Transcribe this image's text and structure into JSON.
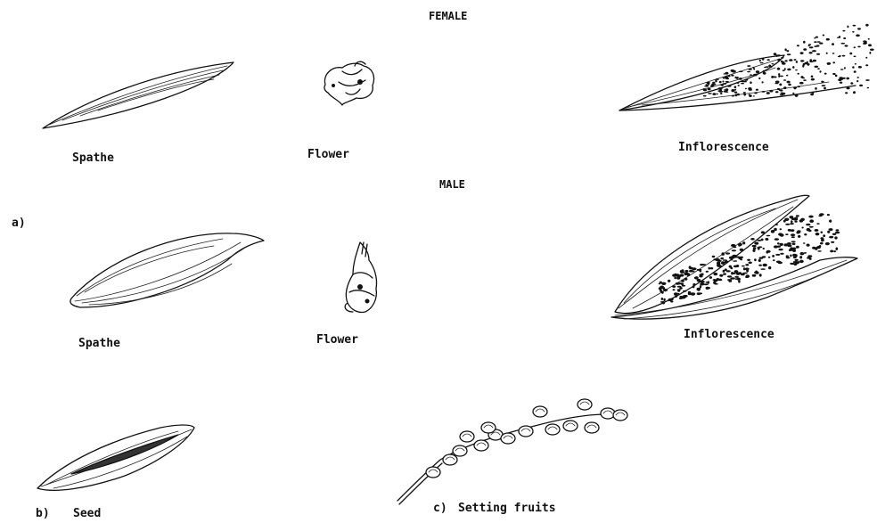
{
  "headers": {
    "female": "FEMALE",
    "male": "MALE"
  },
  "female": {
    "spathe": "Spathe",
    "flower": "Flower",
    "inflorescence": "Inflorescence"
  },
  "male": {
    "spathe": "Spathe",
    "flower": "Flower",
    "inflorescence": "Inflorescence"
  },
  "part_labels": {
    "a": "a)",
    "b": "b)",
    "c": "c)"
  },
  "seed": "Seed",
  "setting_fruits": "Setting fruits"
}
